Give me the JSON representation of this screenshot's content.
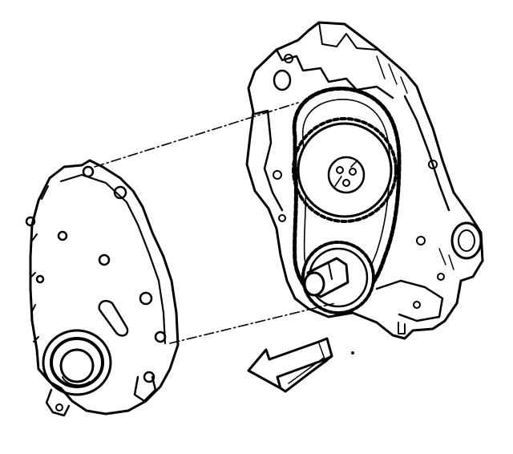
{
  "figure": {
    "parts": [
      {
        "id": "front-cover",
        "label": ""
      },
      {
        "id": "engine-block",
        "label": ""
      },
      {
        "id": "timing-chain",
        "label": ""
      },
      {
        "id": "camshaft-sprocket",
        "label": ""
      },
      {
        "id": "crankshaft-sprocket",
        "label": ""
      },
      {
        "id": "crank-seal",
        "label": ""
      }
    ],
    "direction_arrow": {
      "icon": "arrow-left-icon",
      "meaning": ""
    },
    "colors": {
      "ink": "#000000",
      "paper": "#ffffff"
    }
  }
}
